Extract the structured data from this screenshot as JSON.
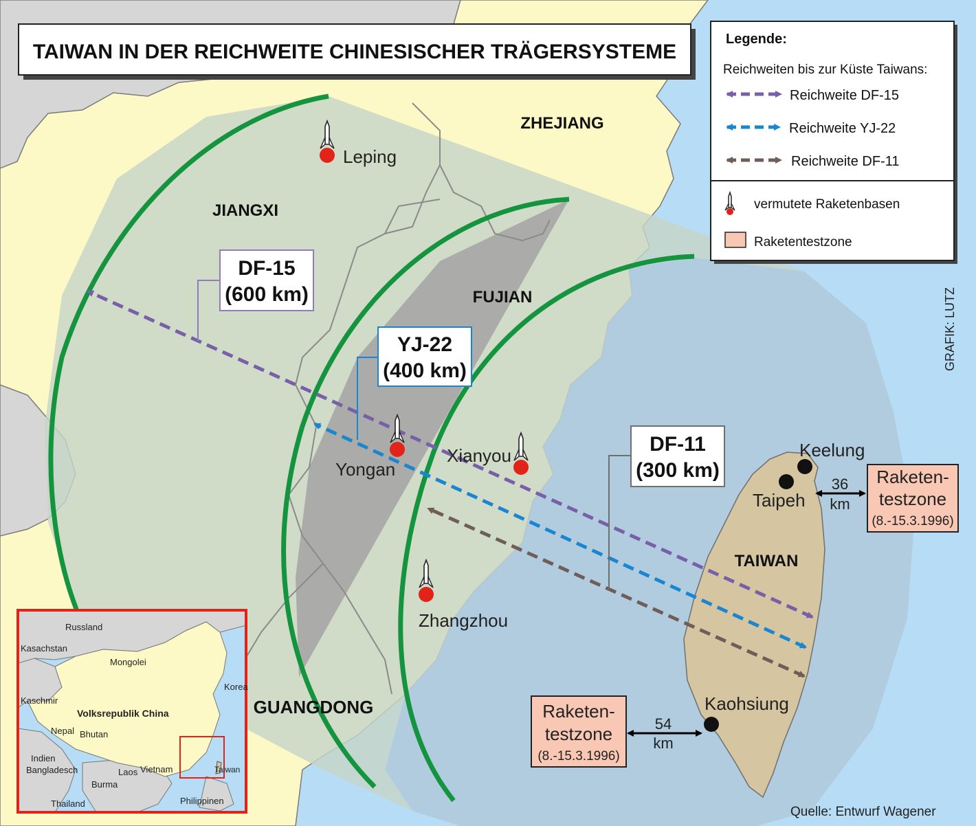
{
  "title": "TAIWAN IN DER REICHWEITE CHINESISCHER TRÄGERSYSTEME",
  "credit": "GRAFIK: LUTZ",
  "source": "Quelle: Entwurf Wagener",
  "legend": {
    "heading": "Legende:",
    "subheading": "Reichweiten bis zur Küste Taiwans:",
    "items": [
      {
        "label": "Reichweite DF-15",
        "color": "#7760a8"
      },
      {
        "label": "Reichweite YJ-22",
        "color": "#1a86d1"
      },
      {
        "label": "Reichweite DF-11",
        "color": "#6f5e58"
      }
    ],
    "base_label": "vermutete Raketenbasen",
    "zone_label": "Raketentestzone"
  },
  "provinces": [
    "ZHEJIANG",
    "JIANGXI",
    "FUJIAN",
    "GUANGDONG",
    "TAIWAN"
  ],
  "missiles": [
    {
      "name": "DF-15",
      "range": "(600 km)",
      "color": "#7760a8"
    },
    {
      "name": "YJ-22",
      "range": "(400 km)",
      "color": "#1a86d1"
    },
    {
      "name": "DF-11",
      "range": "(300 km)",
      "color": "#6f5e58"
    }
  ],
  "bases": [
    "Leping",
    "Yongan",
    "Xianyou",
    "Zhangzhou"
  ],
  "cities": [
    "Keelung",
    "Taipeh",
    "Kaohsiung"
  ],
  "test_zones": [
    {
      "line1": "Raketen-",
      "line2": "testzone",
      "dates": "(8.-15.3.1996)",
      "distance": "36",
      "unit": "km"
    },
    {
      "line1": "Raketen-",
      "line2": "testzone",
      "dates": "(8.-15.3.1996)",
      "distance": "54",
      "unit": "km"
    }
  ],
  "inset": {
    "labels": [
      "Russland",
      "Kasachstan",
      "Mongolei",
      "Korea",
      "Kaschmir",
      "Volksrepublik China",
      "Nepal",
      "Bhutan",
      "Indien",
      "Bangladesch",
      "Laos",
      "Vietnam",
      "Burma",
      "Thailand",
      "Taiwan",
      "Philippinen"
    ]
  },
  "colors": {
    "land": "#fdf9c6",
    "foreign": "#d9d9d9",
    "sea": "#b6dcf6",
    "range_band": "#c9d8c8",
    "yj22_band": "#a8a8a8",
    "arc": "#15943f",
    "taiwan": "#d5c6a1",
    "testzone": "#f9c8b4"
  }
}
